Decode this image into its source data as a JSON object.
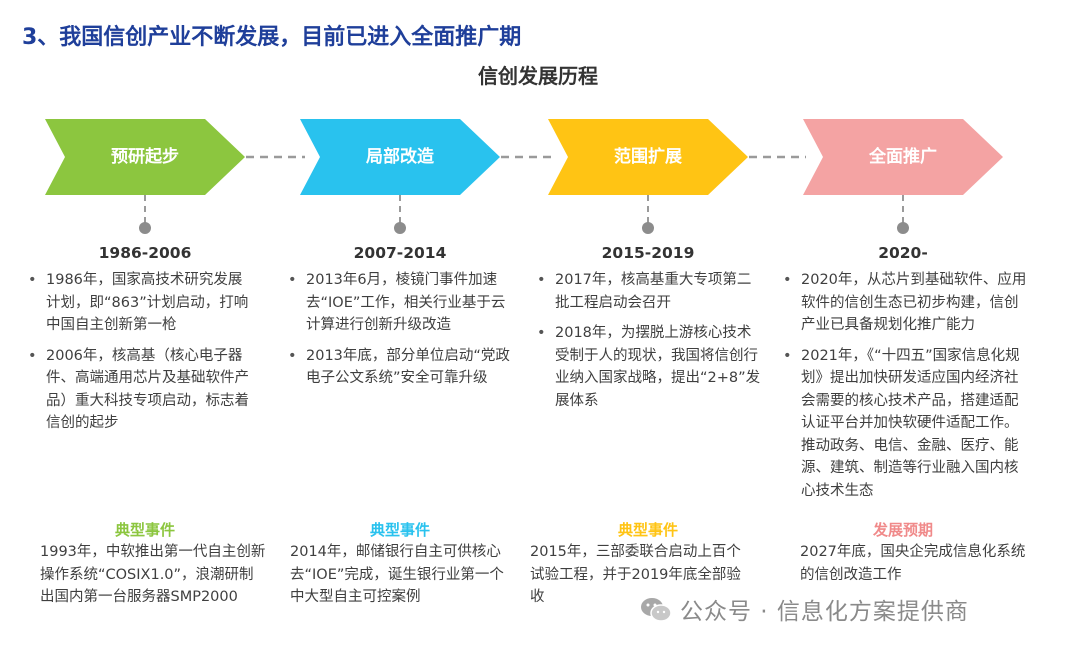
{
  "heading": "3、我国信创产业不断发展，目前已进入全面推广期",
  "subtitle": "信创发展历程",
  "phases": [
    {
      "label": "预研起步",
      "color": "#8cc63f",
      "period": "1986-2006",
      "bullets": [
        "1986年，国家高技术研究发展计划，即“863”计划启动，打响中国自主创新第一枪",
        "2006年，核高基（核心电子器件、高端通用芯片及基础软件产品）重大科技专项启动，标志着信创的起步"
      ],
      "event_title": "典型事件",
      "event_color": "#8cc63f",
      "event_text": "1993年，中软推出第一代自主创新操作系统“COSIX1.0”，浪潮研制出国内第一台服务器SMP2000"
    },
    {
      "label": "局部改造",
      "color": "#29c2ee",
      "period": "2007-2014",
      "bullets": [
        "2013年6月，棱镜门事件加速去“IOE”工作，相关行业基于云计算进行创新升级改造",
        "2013年底，部分单位启动“党政电子公文系统”安全可靠升级"
      ],
      "event_title": "典型事件",
      "event_color": "#29c2ee",
      "event_text": "2014年，邮储银行自主可供核心去“IOE”完成，诞生银行业第一个中大型自主可控案例"
    },
    {
      "label": "范围扩展",
      "color": "#ffc414",
      "period": "2015-2019",
      "bullets": [
        "2017年，核高基重大专项第二批工程启动会召开",
        "2018年，为摆脱上游核心技术受制于人的现状，我国将信创行业纳入国家战略，提出“2+8”发展体系"
      ],
      "event_title": "典型事件",
      "event_color": "#ffc414",
      "event_text": "2015年，三部委联合启动上百个试验工程，并于2019年底全部验收"
    },
    {
      "label": "全面推广",
      "color": "#f4a3a3",
      "period": "2020-",
      "bullets": [
        "2020年，从芯片到基础软件、应用软件的信创生态已初步构建，信创产业已具备规划化推广能力",
        "2021年，《“十四五”国家信息化规划》提出加快研发适应国内经济社会需要的核心技术产品，搭建适配认证平台并加快软硬件适配工作。推动政务、电信、金融、医疗、能源、建筑、制造等行业融入国内核心技术生态"
      ],
      "event_title": "发展预期",
      "event_color": "#f08a8a",
      "event_text": "2027年底，国央企完成信息化系统的信创改造工作"
    }
  ],
  "watermark": "公众号 · 信息化方案提供商",
  "connector_color": "#9a9a9a"
}
